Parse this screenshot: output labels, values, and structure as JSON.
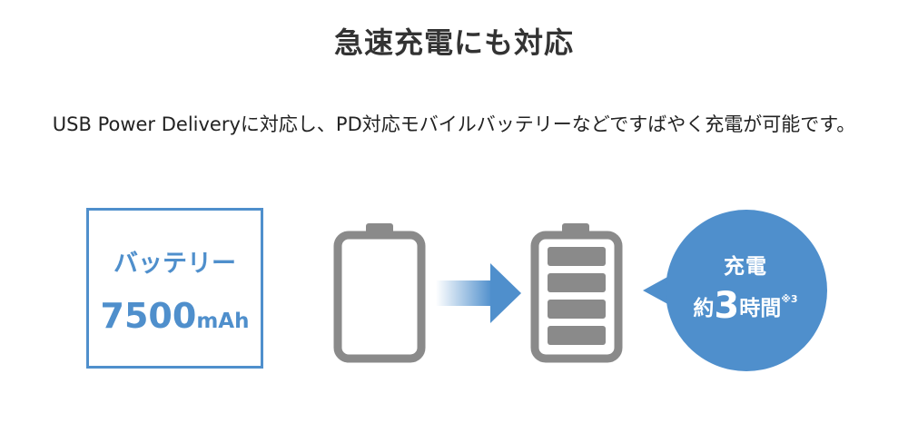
{
  "heading": "急速充電にも対応",
  "description": "USB Power Deliveryに対応し、PD対応モバイルバッテリーなどですばやく充電が可能です。",
  "battery_box": {
    "label": "バッテリー",
    "capacity_value": "7500",
    "capacity_unit": "mAh"
  },
  "bubble": {
    "line1": "充電",
    "prefix": "約",
    "number": "3",
    "suffix": "時間",
    "note": "※3"
  },
  "icons": [
    "empty-battery-icon",
    "arrow-right-icon",
    "full-battery-icon",
    "speech-bubble"
  ],
  "colors": {
    "accent_blue": "#4f8fcc",
    "battery_gray": "#8a8a8a",
    "text": "#333333"
  }
}
